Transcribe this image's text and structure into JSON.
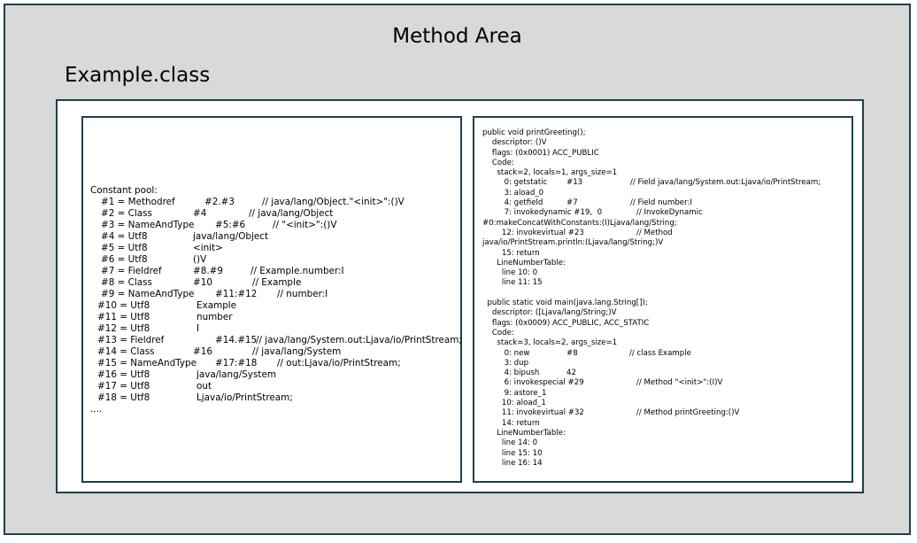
{
  "method_area": {
    "title": "Method Area"
  },
  "class_file": {
    "title": "Example.class"
  },
  "constant_pool": {
    "header": "Constant pool:",
    "entries": [
      {
        "index": "#1 = Methodref",
        "value": "#2.#3",
        "comment": "// java/lang/Object.\"<init>\":()V"
      },
      {
        "index": "#2 = Class",
        "value": "#4",
        "comment": "// java/lang/Object"
      },
      {
        "index": "#3 = NameAndType",
        "value": "#5:#6",
        "comment": "// \"<init>\":()V"
      },
      {
        "index": "#4 = Utf8",
        "value": "java/lang/Object",
        "comment": ""
      },
      {
        "index": "#5 = Utf8",
        "value": "<init>",
        "comment": ""
      },
      {
        "index": "#6 = Utf8",
        "value": "()V",
        "comment": ""
      },
      {
        "index": "#7 = Fieldref",
        "value": "#8.#9",
        "comment": "// Example.number:I"
      },
      {
        "index": "#8 = Class",
        "value": "#10",
        "comment": "// Example"
      },
      {
        "index": "#9 = NameAndType",
        "value": "#11:#12",
        "comment": "// number:I"
      },
      {
        "index": "#10 = Utf8",
        "value": "Example",
        "comment": ""
      },
      {
        "index": "#11 = Utf8",
        "value": "number",
        "comment": ""
      },
      {
        "index": "#12 = Utf8",
        "value": "I",
        "comment": ""
      },
      {
        "index": "#13 = Fieldref",
        "value": "#14.#15",
        "comment": "// java/lang/System.out:Ljava/io/PrintStream;"
      },
      {
        "index": "#14 = Class",
        "value": "#16",
        "comment": "// java/lang/System"
      },
      {
        "index": "#15 = NameAndType",
        "value": "#17:#18",
        "comment": "// out:Ljava/io/PrintStream;"
      },
      {
        "index": "#16 = Utf8",
        "value": "java/lang/System",
        "comment": ""
      },
      {
        "index": "#17 = Utf8",
        "value": "out",
        "comment": ""
      },
      {
        "index": "#18 = Utf8",
        "value": "Ljava/io/PrintStream;",
        "comment": ""
      }
    ],
    "ellipsis": "...."
  },
  "methods": [
    "public void printGreeting();",
    "    descriptor: ()V",
    "    flags: (0x0001) ACC_PUBLIC",
    "    Code:",
    "      stack=2, locals=1, args_size=1",
    {
      "text": "         0: getstatic",
      "arg": "#13",
      "comment": "// Field java/lang/System.out:Ljava/io/PrintStream;"
    },
    "         3: aload_0",
    {
      "text": "         4: getfield",
      "arg": "#7",
      "comment": "// Field number:I"
    },
    {
      "text": "         7: invokedynamic #19,  0",
      "arg": "",
      "comment": "// InvokeDynamic"
    },
    "#0:makeConcatWithConstants:(I)Ljava/lang/String;",
    {
      "text": "        12: invokevirtual #23",
      "arg": "",
      "comment": "// Method"
    },
    "java/io/PrintStream.println:(Ljava/lang/String;)V",
    "        15: return",
    "      LineNumberTable:",
    "        line 10: 0",
    "        line 11: 15",
    "",
    "  public static void main(java.lang.String[]);",
    "    descriptor: ([Ljava/lang/String;)V",
    "    flags: (0x0009) ACC_PUBLIC, ACC_STATIC",
    "    Code:",
    "      stack=3, locals=2, args_size=1",
    {
      "text": "         0: new",
      "arg": "#8",
      "comment": "// class Example"
    },
    "         3: dup",
    {
      "text": "         4: bipush",
      "arg": "42",
      "comment": ""
    },
    {
      "text": "         6: invokespecial #29",
      "arg": "",
      "comment": "// Method \"<init>\":(I)V"
    },
    "         9: astore_1",
    "        10: aload_1",
    {
      "text": "        11: invokevirtual #32",
      "arg": "",
      "comment": "// Method printGreeting:()V"
    },
    "        14: return",
    "      LineNumberTable:",
    "        line 14: 0",
    "        line 15: 10",
    "        line 16: 14"
  ]
}
